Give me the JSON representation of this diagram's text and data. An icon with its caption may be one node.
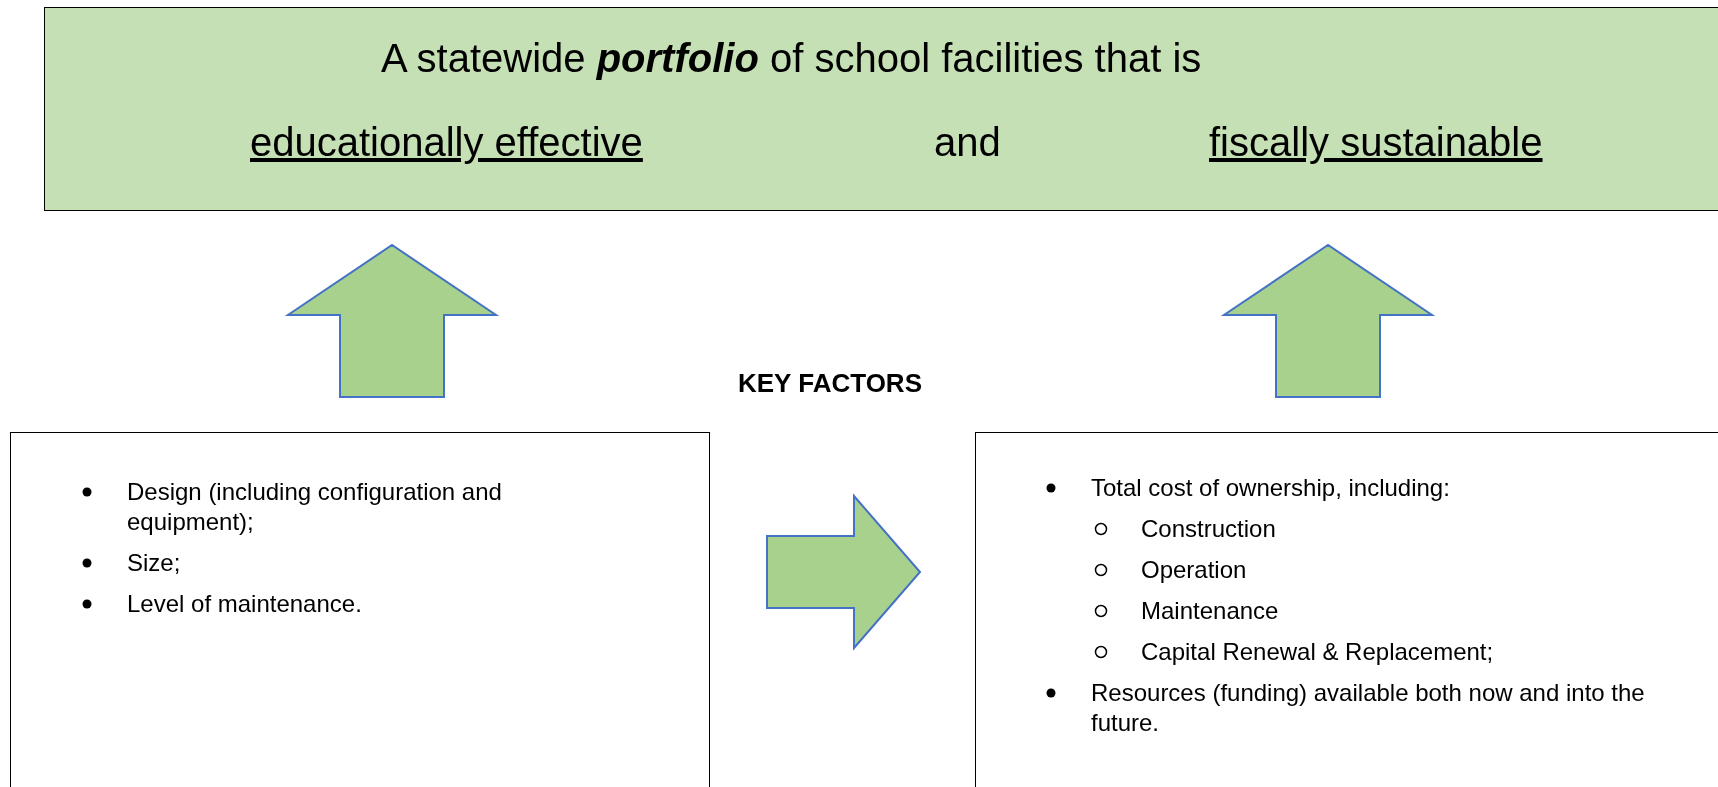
{
  "diagram": {
    "nodes": [
      {
        "text": [
          "A statewide **portfolio** of school facilities that is",
          "educationally effective",
          "and",
          "fiscally sustainable"
        ]
      },
      {
        "text": [
          "Design (including configuration and equipment);",
          "Size;",
          "Level of maintenance."
        ]
      },
      {
        "text": [
          "Total cost of ownership, including:",
          "Construction",
          "Operation",
          "Maintenance",
          "Capital Renewal & Replacement;",
          "Resources (funding) available both now and into the future."
        ]
      }
    ],
    "edges": [
      {
        "from": 1,
        "to": 0,
        "arrow": "to",
        "style": "thick"
      },
      {
        "from": 2,
        "to": 0,
        "arrow": "to",
        "style": "thick"
      },
      {
        "from": 1,
        "to": 2,
        "arrow": "to",
        "style": "thick"
      }
    ],
    "labels": [
      "KEY FACTORS"
    ]
  }
}
